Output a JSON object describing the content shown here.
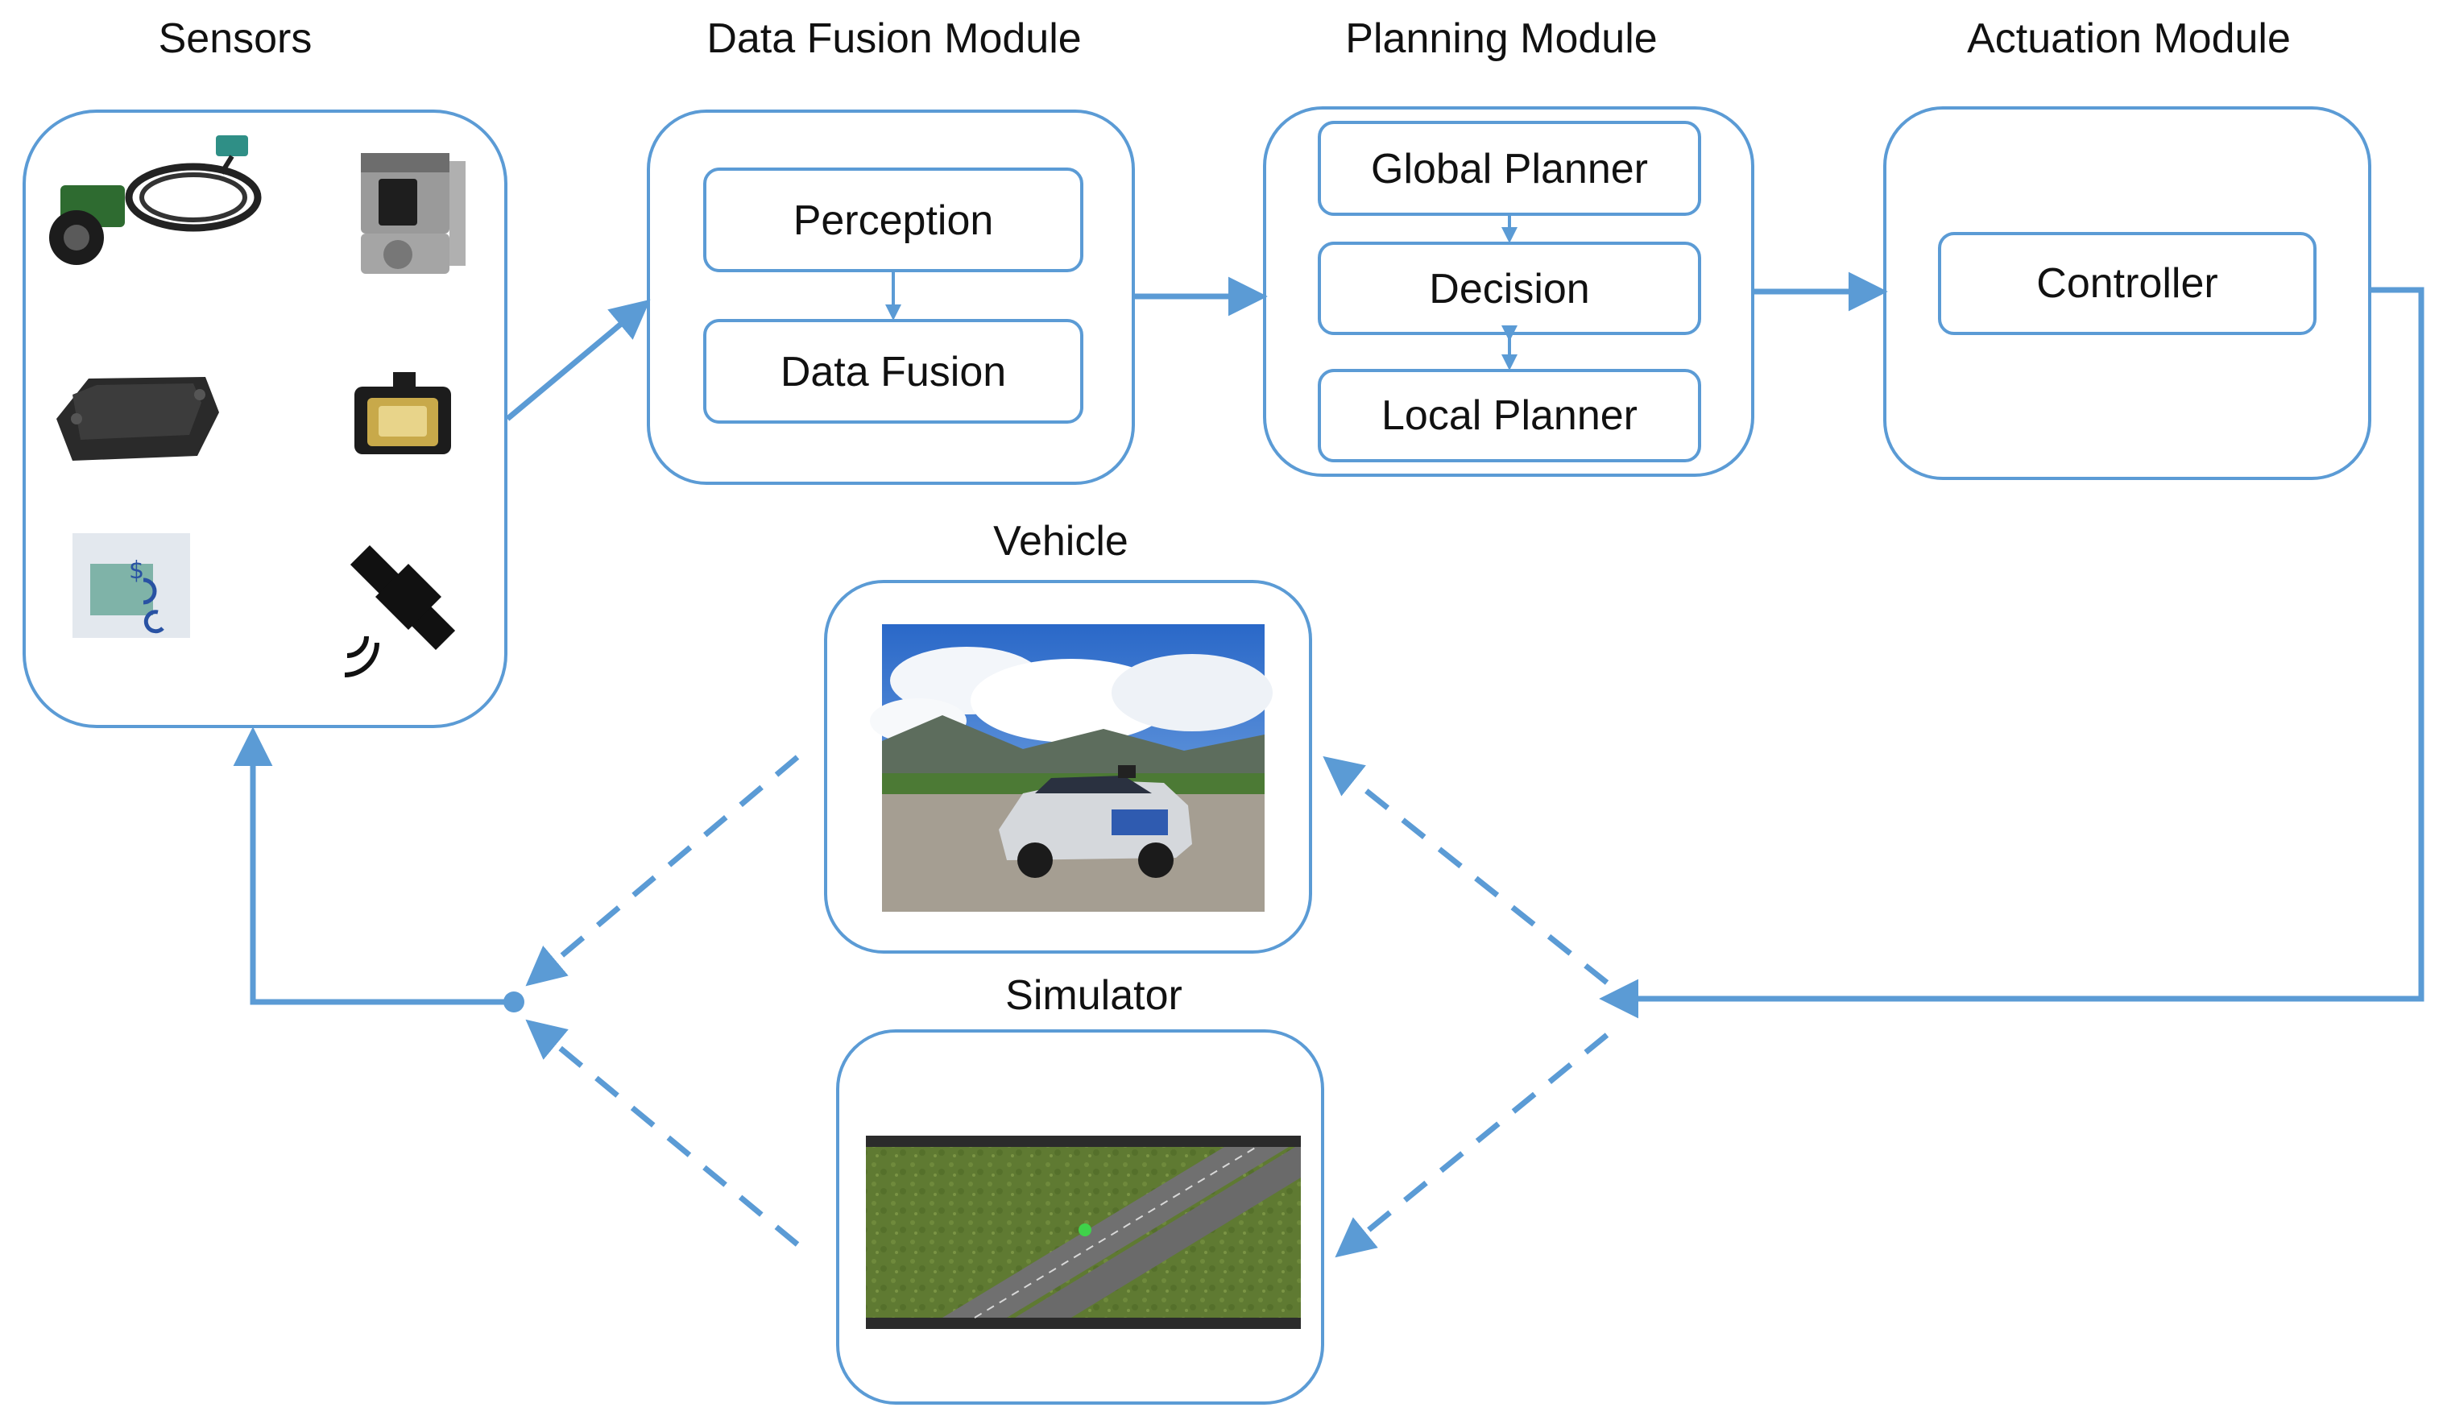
{
  "colors": {
    "accent": "#5B9BD5",
    "text": "#111111",
    "background": "#FFFFFF"
  },
  "sensors": {
    "title": "Sensors",
    "icons": [
      "camera-icon",
      "lidar-icon",
      "radar-icon",
      "ultrasonic-sensor-icon",
      "imu-icon",
      "gps-satellite-icon"
    ]
  },
  "data_fusion": {
    "title": "Data Fusion Module",
    "perception": "Perception",
    "fusion": "Data Fusion"
  },
  "planning": {
    "title": "Planning Module",
    "global": "Global Planner",
    "decision": "Decision",
    "local": "Local Planner"
  },
  "actuation": {
    "title": "Actuation Module",
    "controller": "Controller"
  },
  "vehicle": {
    "title": "Vehicle"
  },
  "simulator": {
    "title": "Simulator"
  }
}
